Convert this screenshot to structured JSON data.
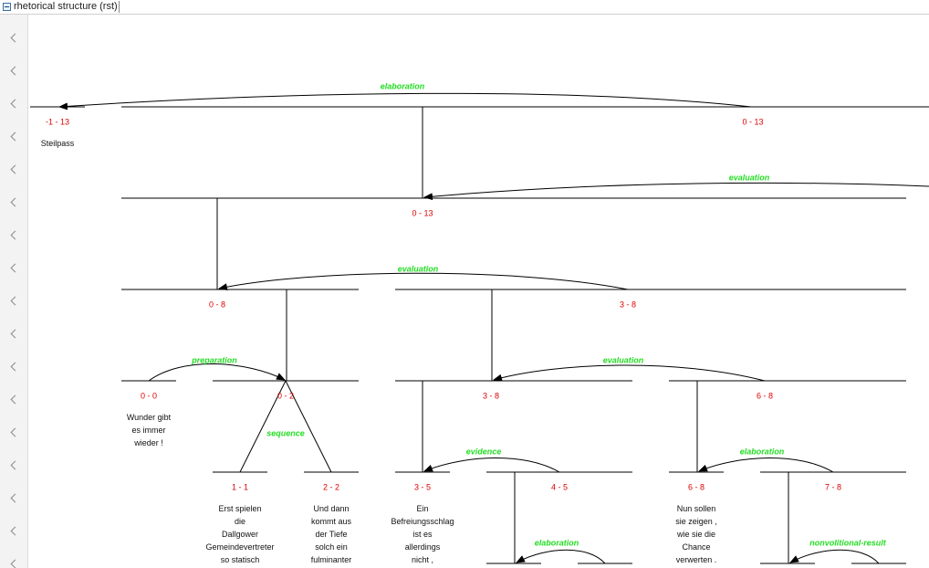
{
  "window": {
    "title": "rhetorical structure (rst)"
  },
  "gutter": {
    "row_count": 17
  },
  "nodes": [
    {
      "span": "-1 - 13",
      "text": [
        "Steilpass"
      ]
    },
    {
      "span": "0 - 13",
      "text": []
    },
    {
      "span": "0 - 13",
      "text": []
    },
    {
      "span": "0 - 8",
      "text": []
    },
    {
      "span": "3 - 8",
      "text": []
    },
    {
      "span": "0 - 0",
      "text": [
        "Wunder gibt",
        "es immer",
        "wieder !"
      ]
    },
    {
      "span": "0 - 2",
      "text": []
    },
    {
      "span": "3 - 8",
      "text": []
    },
    {
      "span": "6 - 8",
      "text": []
    },
    {
      "span": "1 - 1",
      "text": [
        "Erst spielen",
        "die",
        "Dallgower",
        "Gemeindevertreter",
        "so statisch"
      ]
    },
    {
      "span": "2 - 2",
      "text": [
        "Und dann",
        "kommt aus",
        "der Tiefe",
        "solch ein",
        "fulminanter"
      ]
    },
    {
      "span": "3 - 5",
      "text": [
        "Ein",
        "Befreiungsschlag",
        "ist es",
        "allerdings",
        "nicht ,"
      ]
    },
    {
      "span": "4 - 5",
      "text": []
    },
    {
      "span": "6 - 8",
      "text": [
        "Nun sollen",
        "sie zeigen ,",
        "wie sie die",
        "Chance",
        "verwerten ."
      ]
    },
    {
      "span": "7 - 8",
      "text": []
    }
  ],
  "relations": [
    "elaboration",
    "evaluation",
    "evaluation",
    "preparation",
    "sequence",
    "evaluation",
    "evidence",
    "elaboration",
    "elaboration",
    "nonvolitional-result"
  ]
}
